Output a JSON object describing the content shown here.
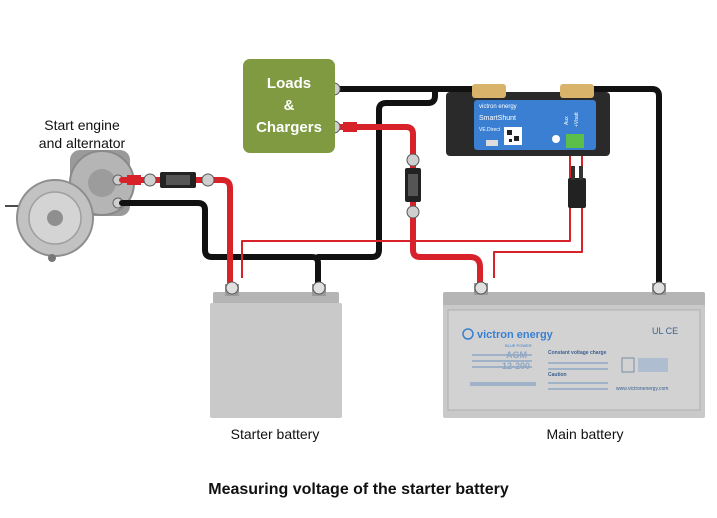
{
  "engine": {
    "label_line1": "Start engine",
    "label_line2": "and alternator"
  },
  "loads": {
    "line1": "Loads",
    "line2": "&",
    "line3": "Chargers"
  },
  "smartshunt": {
    "brand": "victron energy",
    "name": "SmartShunt",
    "port": "VE.Direct",
    "aux": "Aux",
    "vbatt": "+Vbatt"
  },
  "starter_battery": {
    "label": "Starter battery"
  },
  "main_battery": {
    "label": "Main battery",
    "brand": "victron energy",
    "brand_sub": "BLUE POWER",
    "model_line1": "AGM",
    "model_line2": "12-200",
    "heading_charge": "Constant voltage charge",
    "heading_caution": "Caution",
    "website": "www.victronenergy.com",
    "marks": "UL CE"
  },
  "caption": "Measuring voltage of the starter battery",
  "colors": {
    "wire_positive": "#d8222a",
    "wire_negative": "#111111",
    "loads_box": "#7f9a40",
    "shunt_body": "#3a7fd1",
    "battery_body": "#c9c9c9",
    "terminal_brass": "#d9b36a"
  }
}
